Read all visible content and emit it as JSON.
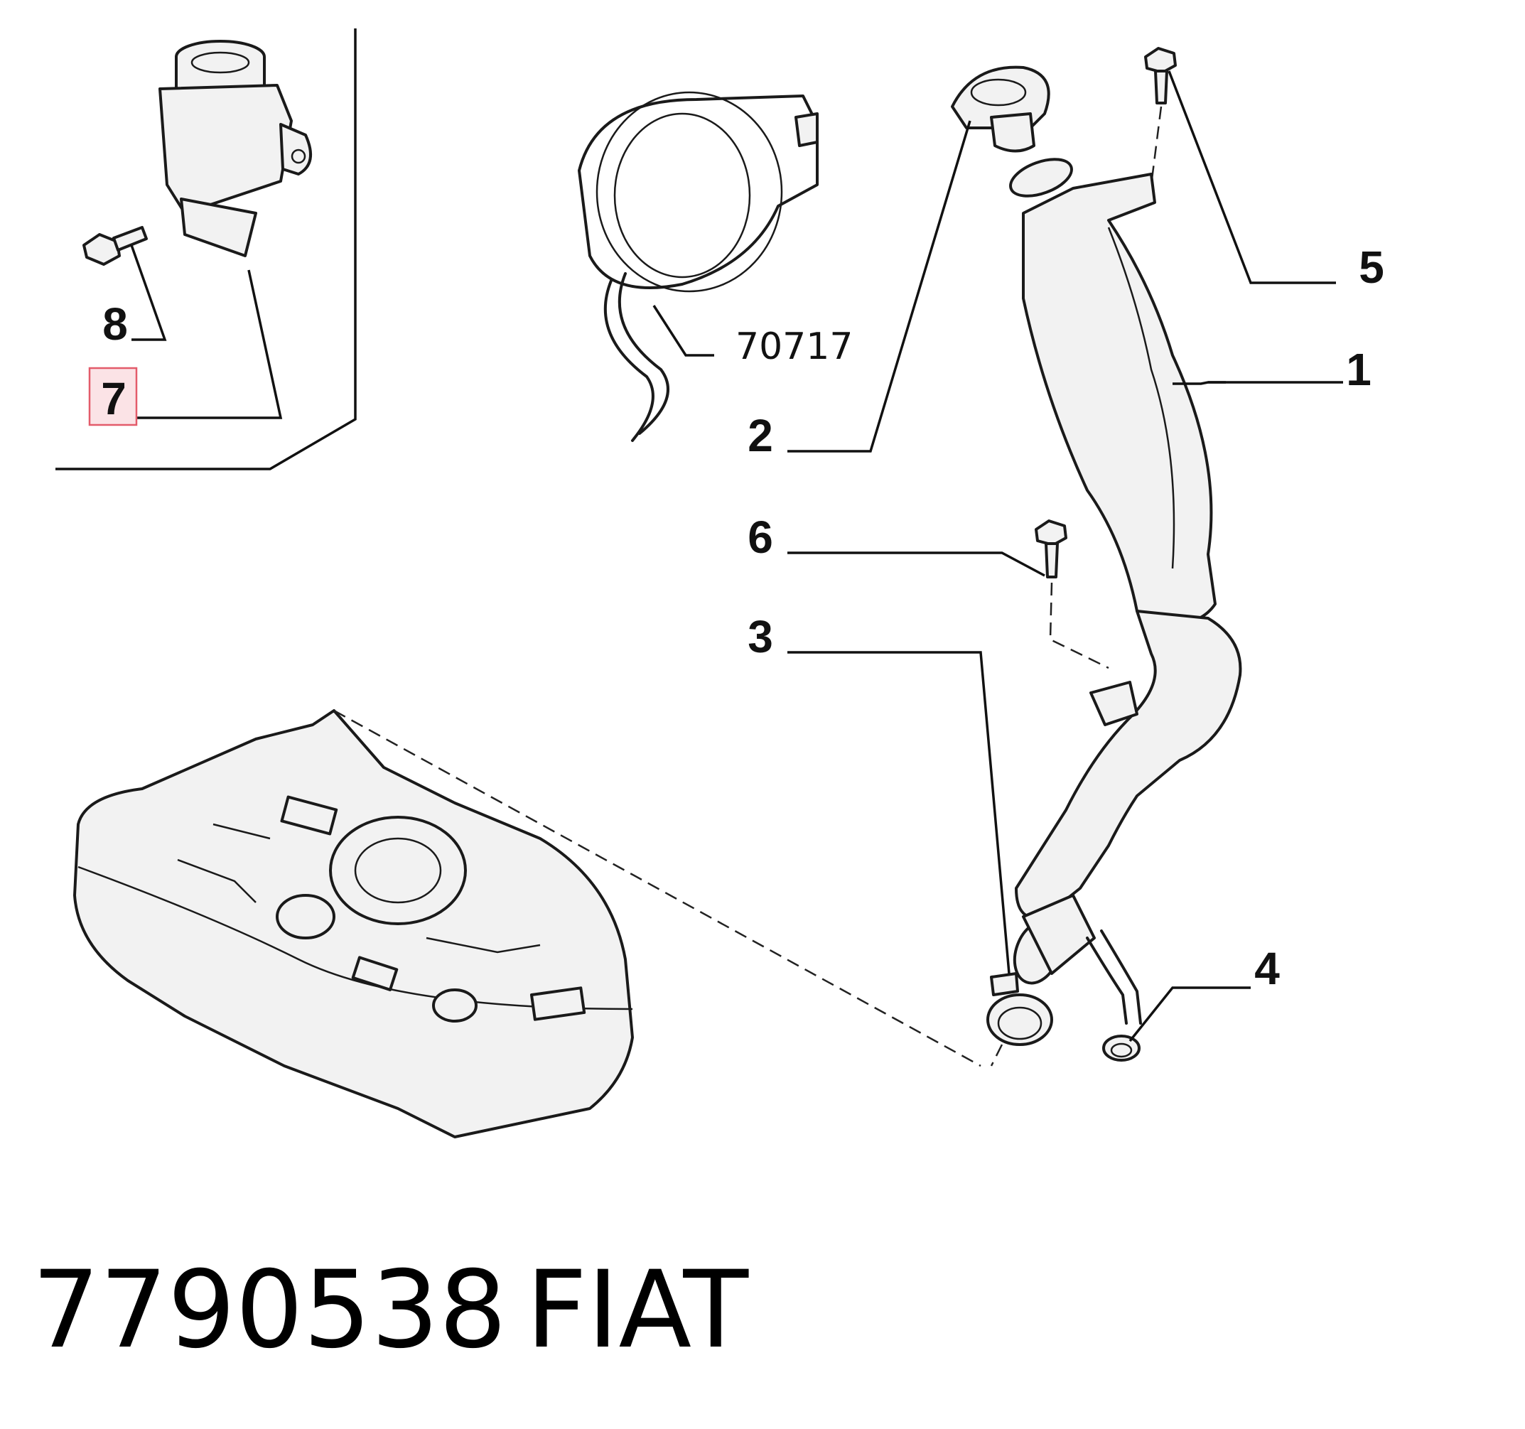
{
  "diagram": {
    "callouts": [
      "1",
      "2",
      "3",
      "4",
      "5",
      "6",
      "7",
      "8"
    ],
    "highlighted_callout": "7",
    "reference_code": "70717",
    "colors": {
      "highlight_fill": "#fbe3e6",
      "highlight_border": "#e35b6a",
      "line": "#1a1a1a"
    }
  },
  "footer": {
    "part_number": "7790538",
    "brand": "FIAT"
  }
}
